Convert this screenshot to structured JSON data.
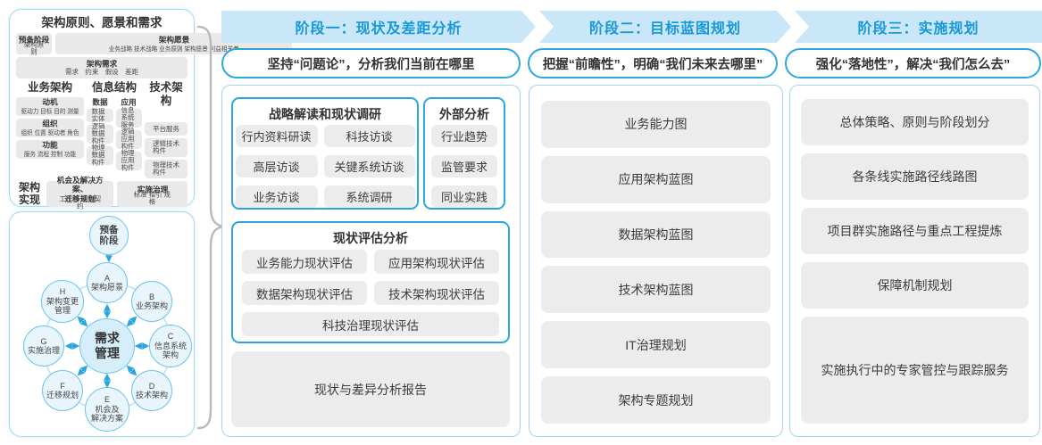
{
  "colors": {
    "band_bg": "#c9e7f8",
    "accent_blue": "#2ba7e0",
    "band_text": "#1899d6",
    "panel_border": "#9fd6f2",
    "gray_box": "#ececec"
  },
  "left_panel": {
    "title": "架构原则、愿景和需求",
    "prep_title": "预备阶段",
    "prep_sub": "架构原则",
    "vision_title": "架构愿景",
    "vision_sub": "业务战略 技术战略 业务原则 架构愿景 利益相关者",
    "req_title": "架构需求",
    "req_sub": "需求　约束　假设　差距",
    "biz_header": "业务架构",
    "biz_boxes": [
      {
        "t": "动机",
        "s": "驱动力 目标 目的 测量"
      },
      {
        "t": "组织",
        "s": "组织 位置 驱动者 角色"
      },
      {
        "t": "功能",
        "s": "服务 流程 控制 功能"
      }
    ],
    "info_header": "信息结构",
    "data_title": "数据",
    "data_items": [
      "数据实体",
      "逻辑数据\n构件",
      "物理数据\n构件"
    ],
    "app_title": "应用",
    "app_items": [
      "信息系统\n服务",
      "逻辑应用\n构件",
      "物理应用\n构件"
    ],
    "tech_header": "技术架构",
    "tech_items": [
      "平台服务",
      "逻辑技术\n构件",
      "物理技术\n构件"
    ],
    "impl_label": "架构\n实现",
    "impl_box1_t": "机会及解决方案、\n迁移规划",
    "impl_box1_s": "工作包 架构契约",
    "impl_box2_t": "实施治理",
    "impl_box2_s": "标准 指引 规格"
  },
  "adm": {
    "prep": "预备\n阶段",
    "center": "需求\n管理",
    "a": "A\n架构愿景",
    "b": "B\n业务架构",
    "c": "C\n信息系统\n架构",
    "d": "D\n技术架构",
    "e": "E\n机会及\n解决方案",
    "f": "F\n迁移规划",
    "g": "G\n实施治理",
    "h": "H\n架构变更\n管理"
  },
  "phases": [
    {
      "band": "阶段一：现状及差距分析",
      "subtitle": "坚持“问题论”，分析我们当前在哪里"
    },
    {
      "band": "阶段二：目标蓝图规划",
      "subtitle": "把握“前瞻性”，明确“我们未来去哪里”"
    },
    {
      "band": "阶段三：实施规划",
      "subtitle": "强化“落地性”，解决“我们怎么去”"
    }
  ],
  "phase1": {
    "strategy": {
      "title": "战略解读和现状调研",
      "items": [
        "行内资料研读",
        "科技访谈",
        "高层访谈",
        "关键系统访谈",
        "业务访谈",
        "系统调研"
      ]
    },
    "external": {
      "title": "外部分析",
      "items": [
        "行业趋势",
        "监管要求",
        "同业实践"
      ]
    },
    "evaluation": {
      "title": "现状评估分析",
      "items": [
        "业务能力现状评估",
        "应用架构现状评估",
        "数据架构现状评估",
        "技术架构现状评估",
        "科技治理现状评估"
      ]
    },
    "report": "现状与差异分析报告"
  },
  "phase2": {
    "items": [
      "业务能力图",
      "应用架构蓝图",
      "数据架构蓝图",
      "技术架构蓝图",
      "IT治理规划",
      "架构专题规划"
    ]
  },
  "phase3": {
    "items": [
      "总体策略、原则与阶段划分",
      "各条线实施路径线路图",
      "项目群实施路径与重点工程提炼",
      "保障机制规划",
      "实施执行中的专家管控与跟踪服务"
    ]
  }
}
